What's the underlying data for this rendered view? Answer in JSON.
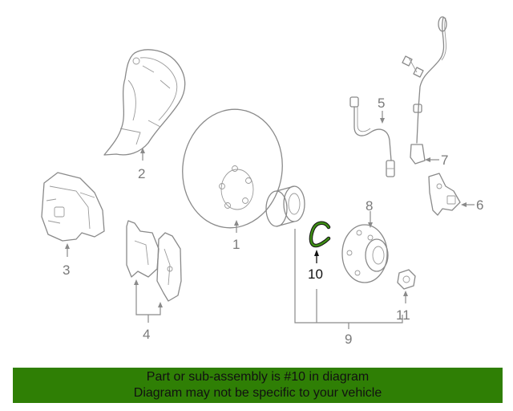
{
  "callouts": {
    "c1": "1",
    "c2": "2",
    "c3": "3",
    "c4": "4",
    "c5": "5",
    "c6": "6",
    "c7": "7",
    "c8": "8",
    "c9": "9",
    "c10": "10",
    "c11": "11"
  },
  "highlight": {
    "part": "10",
    "color": "#2f7f05"
  },
  "banner": {
    "line1": "Part or sub-assembly is #10 in diagram",
    "line2": "Diagram may not be specific to your vehicle",
    "background": "#2f7f05"
  }
}
